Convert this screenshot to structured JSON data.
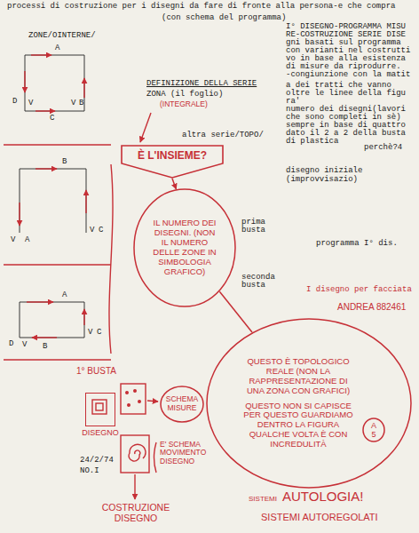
{
  "diagram": {
    "title": "processi di costruzione per i disegni da fare di fronte alla persona-e che compra",
    "nodes": [
      {
        "text": [
          "È L'INSIEME?"
        ]
      },
      {
        "text": [
          "IL NUMERO DEI DISEGNI. (NON IL NUMERO DELLE ZONE IN SIMBOLOGIA GRAFICO)"
        ]
      },
      {
        "text": [
          "QUESTO È TOPOLOGICO REALE (NON LA RAPPRESENTAZIONE DI UNA ZONA CON GRAFICI)",
          "QUESTO NON SI CAPISCE PER QUESTO GUARDIAMO DENTRO LA FIGURA QUALCHE VOLTA È CON INCREDULITÀ"
        ]
      },
      {
        "text": [
          "A",
          "5"
        ],
        "in": 2
      },
      {
        "text": [
          "SCHEMA MISURE"
        ]
      },
      {
        "text": [
          "DISEGNO"
        ]
      }
    ],
    "edges": [
      {
        "from": 0,
        "to": 1,
        "arrow": "to"
      },
      {
        "from": 1,
        "to": 2,
        "arrow": "none"
      }
    ],
    "labels": [
      "(con schema del programma)",
      "ZONE/OINTERNE/",
      "I° DISEGNO-PROGRAMMA MISU",
      "RE-COSTRUZIONE SERIE DISE",
      "gni basati sul programma",
      "con varianti nel costrutti",
      "vo in base alla esistenza",
      "di misure da riprodurre.",
      "-congiunzione con la matit",
      "a dei tratti che vanno",
      "oltre le linee della figu",
      "ra'",
      "numero dei disegni(lavori",
      "che sono completi in sè)",
      "sempre in base di quattro",
      "dato il 2 a 2 della busta",
      "di plastica",
      "perchè?4",
      "DEFINIZIONE DELLA SERIE",
      "ZONA (il foglio)",
      "(INTEGRALE)",
      "altra serie/TOPO/",
      "disegno iniziale",
      "(improvvisazio)",
      "prima busta",
      "programma I° dis.",
      "seconda busta",
      "I disegno per facciata",
      "ANDREA 882461",
      "A",
      "D",
      "V",
      "C",
      "V",
      "B",
      "B",
      "V",
      "A",
      "V",
      "C",
      "A",
      "D",
      "V",
      "B",
      "V",
      "C",
      "1° BUSTA",
      "E' SCHEMA MOVIMENTO DISEGNO",
      "COSTRUZIONE DISEGNO",
      "24/2/74",
      "NO.I",
      "SISTEMI",
      "AUTOLOGIA!",
      "SISTEMI AUTOREGOLATI"
    ]
  }
}
